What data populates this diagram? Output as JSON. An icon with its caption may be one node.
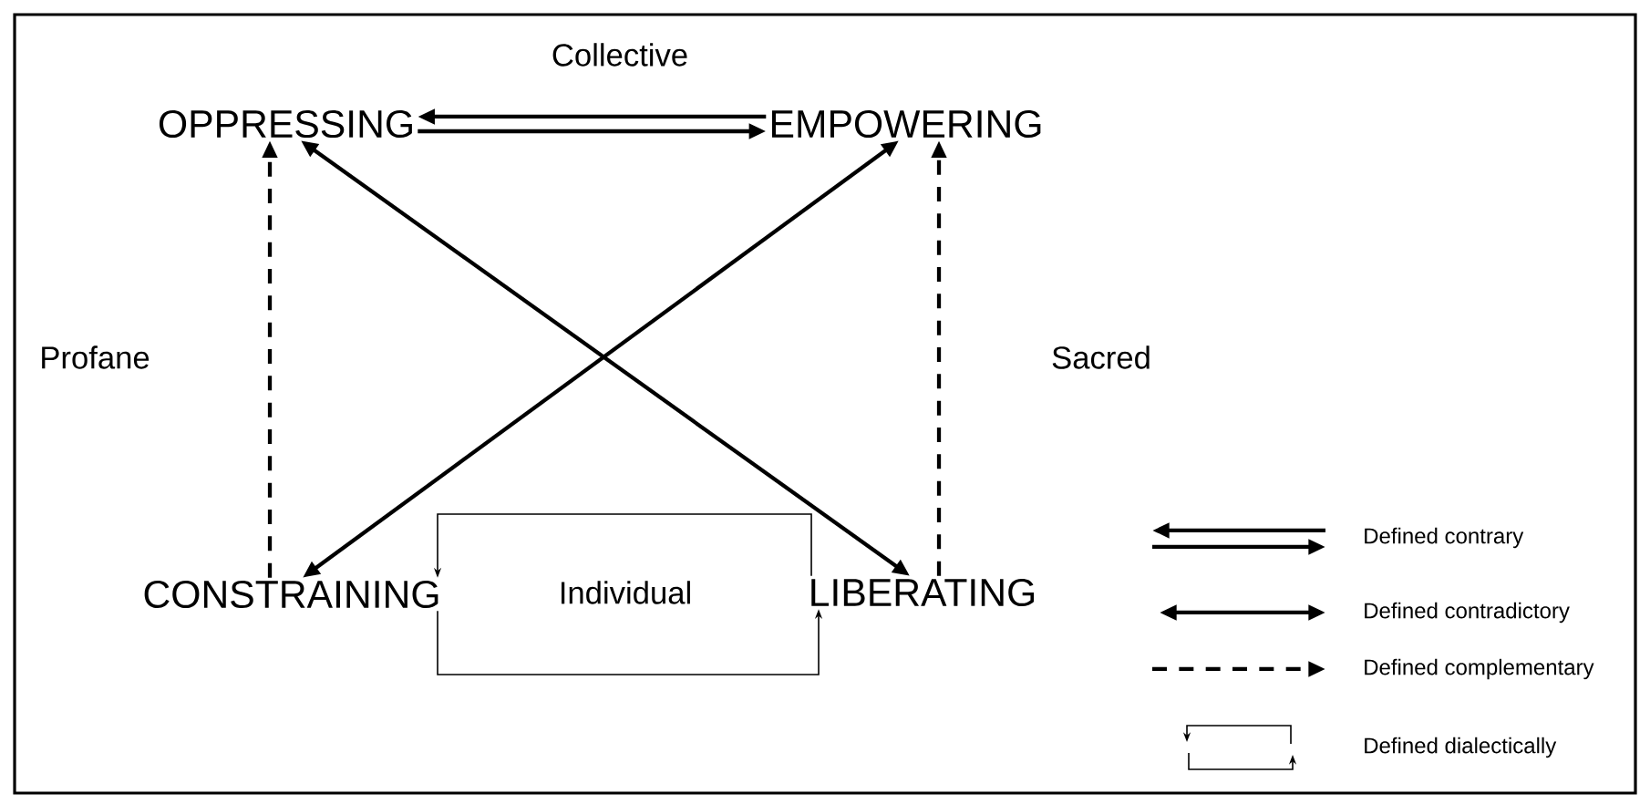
{
  "diagram": {
    "nodes": [
      {
        "text": [
          "OPPRESSING"
        ]
      },
      {
        "text": [
          "EMPOWERING"
        ]
      },
      {
        "text": [
          "CONSTRAINING"
        ]
      },
      {
        "text": [
          "LIBERATING"
        ]
      }
    ],
    "edges": [
      {
        "from": 1,
        "to": 0,
        "arrow": "to"
      },
      {
        "from": 0,
        "to": 1,
        "arrow": "to"
      },
      {
        "from": 2,
        "to": 0,
        "arrow": "to",
        "style": "dashed"
      },
      {
        "from": 3,
        "to": 1,
        "arrow": "to",
        "style": "dashed"
      },
      {
        "from": 0,
        "to": 3,
        "arrow": "both"
      },
      {
        "from": 1,
        "to": 2,
        "arrow": "both"
      },
      {
        "from": 3,
        "to": 2,
        "arrow": "to"
      },
      {
        "from": 2,
        "to": 3,
        "arrow": "to"
      }
    ],
    "labels": [
      "Collective",
      "Profane",
      "Sacred",
      "Individual"
    ],
    "legend": [
      {
        "text": "Defined contrary"
      },
      {
        "text": "Defined contradictory"
      },
      {
        "text": "Defined complementary"
      },
      {
        "text": "Defined dialectically"
      }
    ]
  }
}
